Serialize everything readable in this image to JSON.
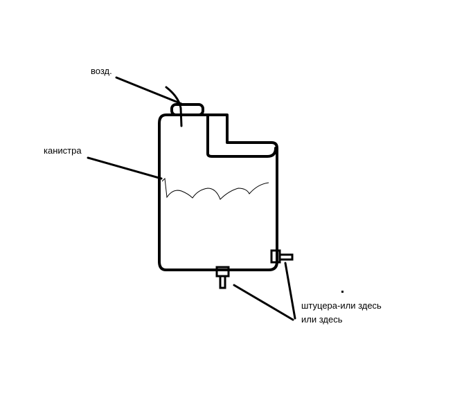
{
  "labels": {
    "air": "возд.",
    "canister": "канистра",
    "fittings_line1": "штуцера-или здесь",
    "fittings_line2": "или здесь"
  },
  "colors": {
    "background": "#ffffff",
    "ink": "#000000"
  }
}
